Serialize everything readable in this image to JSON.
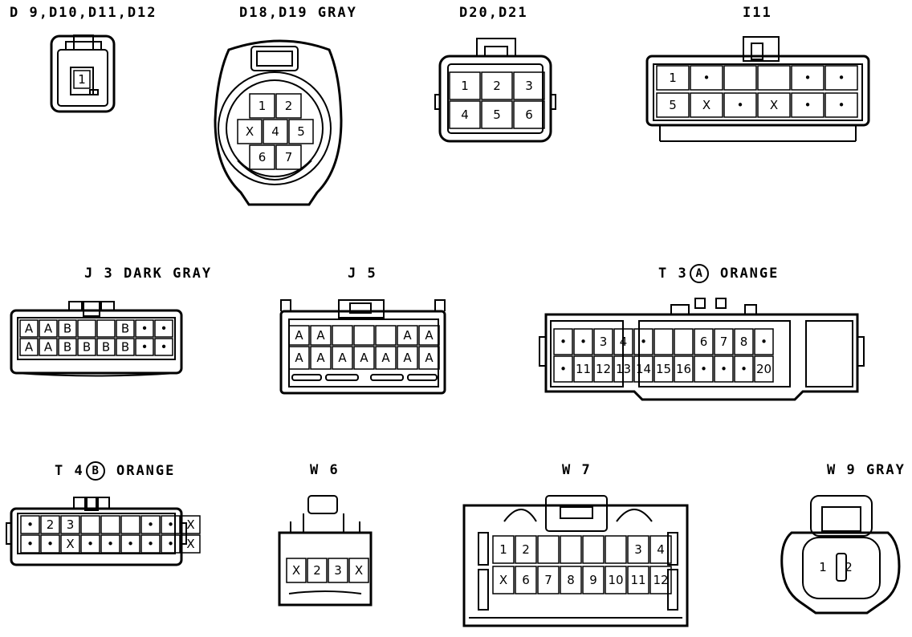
{
  "connectors": [
    {
      "id": "d9",
      "label": "D 9,D10,D11,D12",
      "rows": [
        [
          "1"
        ]
      ]
    },
    {
      "id": "d18",
      "label": "D18,D19 GRAY",
      "rows": [
        [
          "1",
          "2"
        ],
        [
          "X",
          "4",
          "5"
        ],
        [
          "6",
          "7"
        ]
      ]
    },
    {
      "id": "d20",
      "label": "D20,D21",
      "rows": [
        [
          "1",
          "2",
          "3"
        ],
        [
          "4",
          "5",
          "6"
        ]
      ]
    },
    {
      "id": "i11",
      "label": "I11",
      "rows": [
        [
          "1",
          "•",
          "",
          "",
          "•",
          "•"
        ],
        [
          "5",
          "X",
          "•",
          "X",
          "•",
          "•"
        ]
      ]
    },
    {
      "id": "j3",
      "label": "J 3 DARK GRAY",
      "rows": [
        [
          "A",
          "A",
          "B",
          "",
          "",
          "B",
          "•",
          "•"
        ],
        [
          "A",
          "A",
          "B",
          "B",
          "B",
          "B",
          "•",
          "•"
        ]
      ]
    },
    {
      "id": "j5",
      "label": "J 5",
      "rows": [
        [
          "A",
          "A",
          "",
          "",
          "",
          "A",
          "A"
        ],
        [
          "A",
          "A",
          "A",
          "A",
          "A",
          "A",
          "A"
        ]
      ]
    },
    {
      "id": "t3",
      "label_prefix": "T 3",
      "label_badge": "A",
      "label_suffix": "ORANGE",
      "rows": [
        [
          "•",
          "•",
          "3",
          "4",
          "•",
          "",
          "",
          "6",
          "7",
          "8",
          "•"
        ],
        [
          "•",
          "11",
          "12",
          "13",
          "14",
          "15",
          "16",
          "•",
          "•",
          "•",
          "20"
        ]
      ]
    },
    {
      "id": "t4",
      "label_prefix": "T 4",
      "label_badge": "B",
      "label_suffix": "ORANGE",
      "rows": [
        [
          "•",
          "2",
          "3",
          "",
          "",
          "",
          "•",
          "•",
          "X"
        ],
        [
          "•",
          "•",
          "X",
          "•",
          "•",
          "•",
          "•",
          "•",
          "X"
        ]
      ]
    },
    {
      "id": "w6",
      "label": "W 6",
      "rows": [
        [
          "X",
          "2",
          "3",
          "X"
        ]
      ]
    },
    {
      "id": "w7",
      "label": "W 7",
      "rows": [
        [
          "1",
          "2",
          "",
          "",
          "",
          "",
          "3",
          "4"
        ],
        [
          "X",
          "6",
          "7",
          "8",
          "9",
          "10",
          "11",
          "12"
        ]
      ]
    },
    {
      "id": "w9",
      "label": "W 9 GRAY",
      "rows": [
        [
          "1",
          "2"
        ]
      ]
    }
  ]
}
